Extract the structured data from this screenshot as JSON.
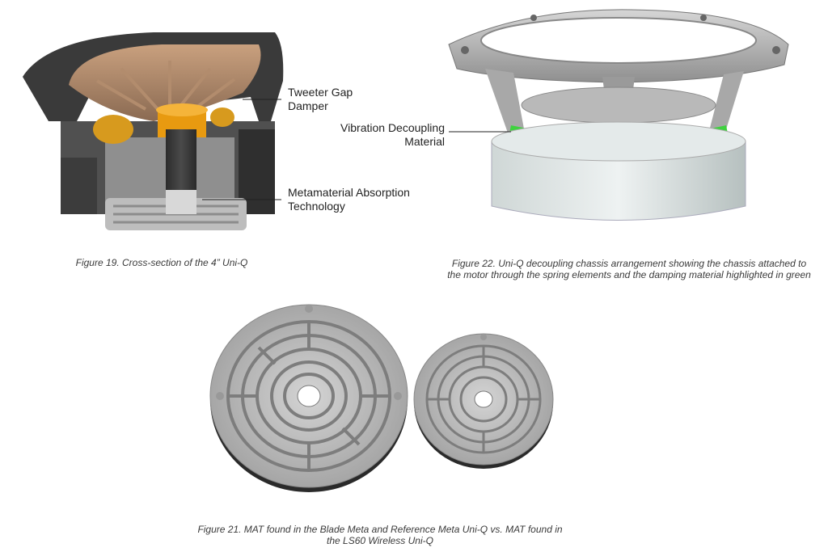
{
  "figure19": {
    "caption": "Figure 19. Cross-section of the 4” Uni-Q",
    "callouts": {
      "tweeter_gap_damper": [
        "Tweeter Gap",
        "Damper"
      ],
      "metamaterial_absorption": [
        "Metamaterial Absorption",
        "Technology"
      ]
    }
  },
  "figure22": {
    "caption_line1": "Figure 22. Uni-Q decoupling chassis arrangement showing the chassis attached to",
    "caption_line2": "the motor through the spring elements and the damping material highlighted in green",
    "callouts": {
      "vibration_decoupling": [
        "Vibration Decoupling",
        "Material"
      ]
    },
    "highlight_color": "#3fd23f"
  },
  "figure21": {
    "caption_line1": "Figure 21. MAT found in the Blade Meta and Reference Meta Uni-Q vs. MAT found in",
    "caption_line2": "the LS60 Wireless Uni-Q"
  }
}
